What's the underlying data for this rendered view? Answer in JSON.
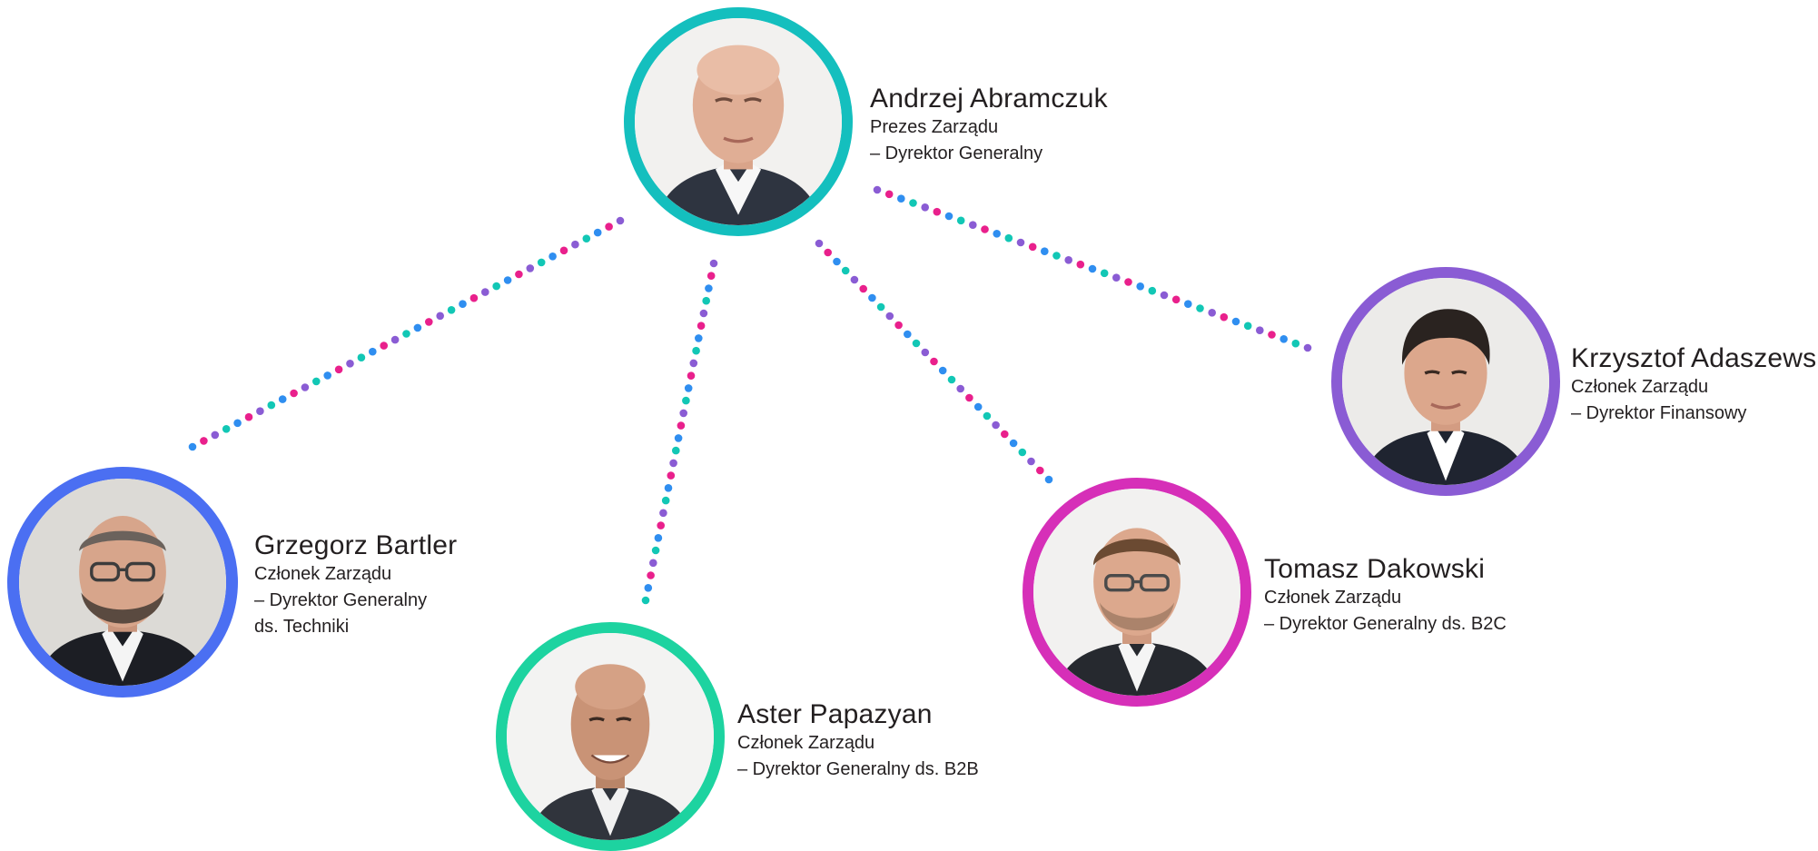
{
  "colors": {
    "teal": "#14bfbe",
    "violet": "#8a5cd4",
    "blue": "#4b6ff2",
    "green": "#1dd3a0",
    "magenta": "#d62fb8",
    "dot_palette": [
      "#8a5cd4",
      "#e9208c",
      "#2f8ef0",
      "#12c7b5"
    ]
  },
  "members": [
    {
      "id": "ceo",
      "name": "Andrzej Abramczuk",
      "roles": [
        "Prezes Zarządu",
        "– Dyrektor Generalny"
      ],
      "ring_color": "#14bfbe",
      "portrait": "portrait-photo-bald-man-dark-suit"
    },
    {
      "id": "cfo",
      "name": "Krzysztof Adaszewski",
      "roles": [
        "Członek Zarządu",
        "– Dyrektor Finansowy"
      ],
      "ring_color": "#8a5cd4",
      "portrait": "portrait-photo-dark-haired-man-suit"
    },
    {
      "id": "cto",
      "name": "Grzegorz Bartler",
      "roles": [
        "Członek Zarządu",
        "– Dyrektor Generalny",
        "ds. Techniki"
      ],
      "ring_color": "#4b6ff2",
      "portrait": "portrait-photo-man-glasses-beard"
    },
    {
      "id": "b2b",
      "name": "Aster Papazyan",
      "roles": [
        "Członek Zarządu",
        "– Dyrektor Generalny ds. B2B"
      ],
      "ring_color": "#1dd3a0",
      "portrait": "portrait-photo-bald-man-smiling"
    },
    {
      "id": "b2c",
      "name": "Tomasz Dakowski",
      "roles": [
        "Członek Zarządu",
        "– Dyrektor Generalny ds. B2C"
      ],
      "ring_color": "#d62fb8",
      "portrait": "portrait-photo-man-glasses-stubble"
    }
  ],
  "connectors": [
    {
      "from": "ceo",
      "to": "cto"
    },
    {
      "from": "ceo",
      "to": "b2b"
    },
    {
      "from": "ceo",
      "to": "b2c"
    },
    {
      "from": "ceo",
      "to": "cfo"
    }
  ]
}
